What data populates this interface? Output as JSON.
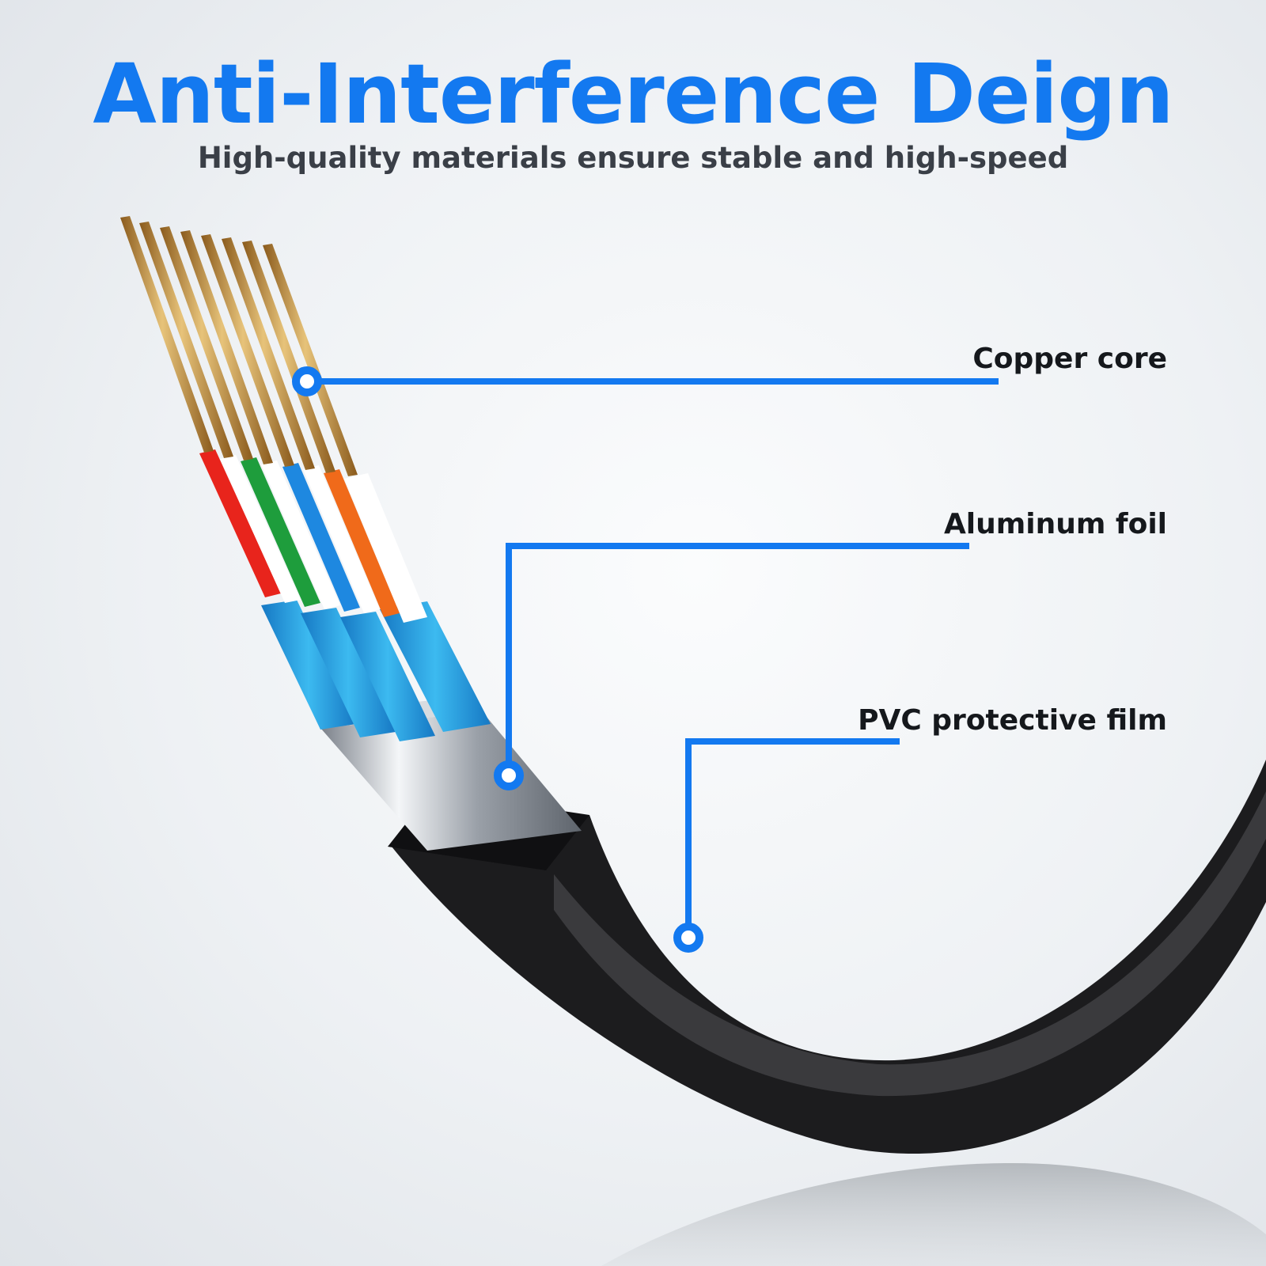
{
  "title": "Anti-Interference Deign",
  "subtitle": "High-quality materials ensure stable and high-speed",
  "colors": {
    "accent": "#1379f0",
    "cable_black": "#1c1c1e",
    "copper": "#c99a44",
    "wire_red": "#e8241c",
    "wire_green": "#1e9d3c",
    "wire_blue": "#1e88e0",
    "wire_orange": "#f06a1a",
    "shield_blue": "#27a9e8"
  },
  "callouts": [
    {
      "id": "copper-core",
      "label": "Copper core"
    },
    {
      "id": "aluminum-foil",
      "label": "Aluminum foil"
    },
    {
      "id": "pvc-film",
      "label": "PVC protective film"
    }
  ]
}
